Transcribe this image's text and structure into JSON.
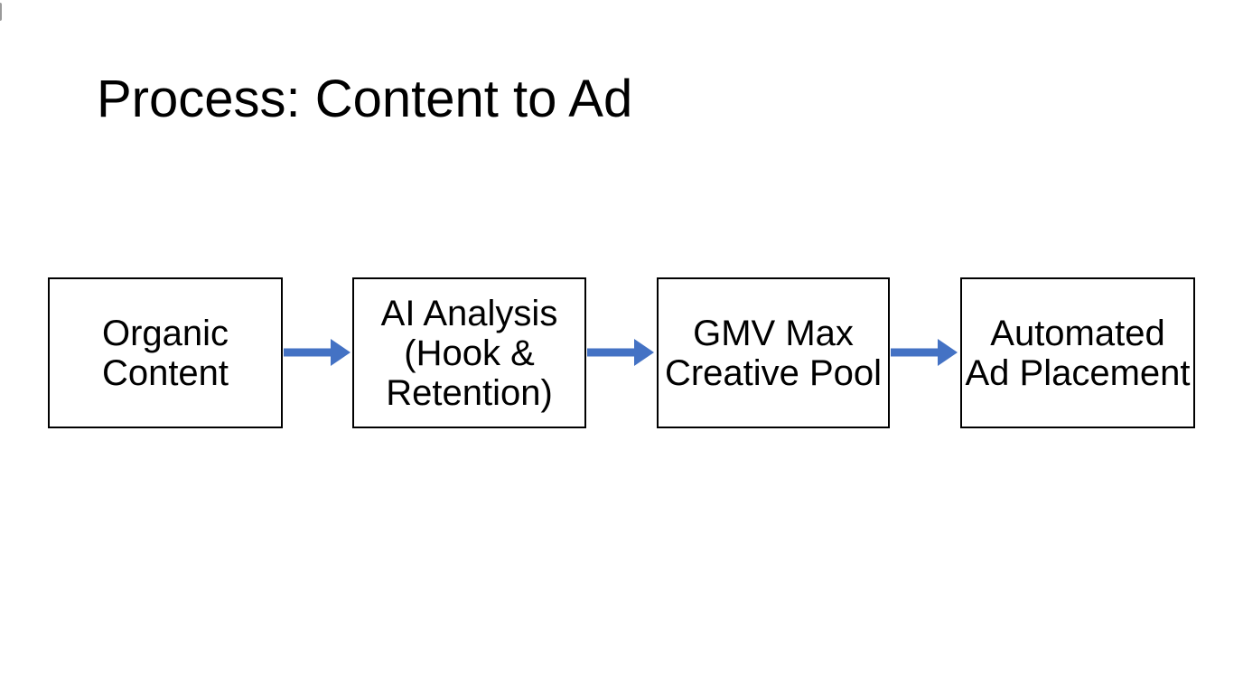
{
  "slide": {
    "title": "Process: Content to Ad",
    "background_color": "#ffffff",
    "text_color": "#000000",
    "box_border_color": "#000000",
    "arrow_color": "#4472C4"
  },
  "flow": {
    "type": "horizontal-process-flow",
    "connector": "right-arrow",
    "boxes": [
      {
        "label": "Organic Content",
        "lines": [
          "Organic",
          "Content"
        ]
      },
      {
        "label": "AI Analysis (Hook & Retention)",
        "lines": [
          "AI Analysis",
          "(Hook &",
          "Retention)"
        ]
      },
      {
        "label": "GMV Max Creative Pool",
        "lines": [
          "GMV Max",
          "Creative Pool"
        ]
      },
      {
        "label": "Automated Ad Placement",
        "lines": [
          "Automated",
          "Ad Placement"
        ]
      }
    ]
  }
}
